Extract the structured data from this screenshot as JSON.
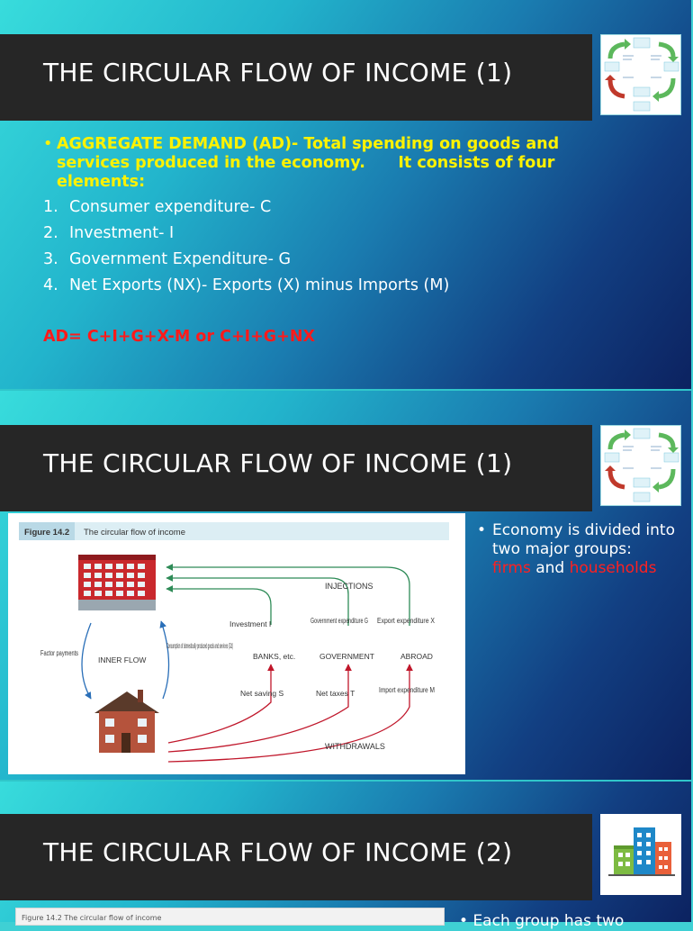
{
  "slides": [
    {
      "title": "THE CIRCULAR FLOW OF INCOME (1)",
      "bullet": "AGGREGATE DEMAND (AD)- Total spending on goods and services produced in the economy.      It consists of four elements:",
      "list": [
        {
          "num": "1.",
          "text": "Consumer expenditure- C"
        },
        {
          "num": "2.",
          "text": "Investment- I"
        },
        {
          "num": "3.",
          "text": "Government Expenditure- G"
        },
        {
          "num": "4.",
          "text": "Net Exports (NX)- Exports (X) minus Imports (M)"
        }
      ],
      "formula": "AD= C+I+G+X-M or C+I+G+NX"
    },
    {
      "title": "THE CIRCULAR FLOW OF INCOME (1)",
      "figure": {
        "number": "Figure 14.2",
        "caption": "The circular flow of income",
        "labels": {
          "injections": "INJECTIONS",
          "withdrawals": "WITHDRAWALS",
          "investment": "Investment I",
          "government_expenditure": "Government expenditure G",
          "export_expenditure": "Export expenditure X",
          "factor_payments": "Factor payments",
          "inner_flow": "INNER FLOW",
          "consumption": "Consumption of domestically produced goods and services (Cd)",
          "banks": "BANKS, etc.",
          "government": "GOVERNMENT",
          "abroad": "ABROAD",
          "net_saving": "Net saving S",
          "net_taxes": "Net taxes T",
          "import_expenditure": "Import expenditure M"
        }
      },
      "bullet": {
        "before": "Economy is divided into two major groups: ",
        "firms": "firms",
        "and": " and ",
        "households": "households"
      }
    },
    {
      "title": "THE CIRCULAR FLOW OF INCOME (2)",
      "figure_caption": "Figure 14.2  The circular flow of income",
      "bullet": "Each group has two"
    }
  ],
  "colors": {
    "title_bar": "#262626",
    "bullet_highlight": "#fff200",
    "formula": "#ff1a1a",
    "emphasis": "#ff2020"
  }
}
